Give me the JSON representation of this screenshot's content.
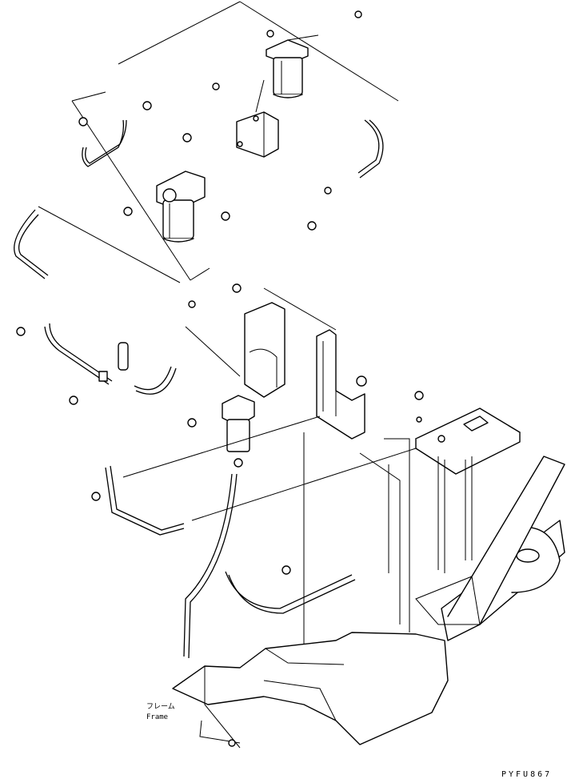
{
  "frame_label_jp": "フレーム",
  "frame_label_en": "Frame",
  "drawing_code": "PYFU867"
}
